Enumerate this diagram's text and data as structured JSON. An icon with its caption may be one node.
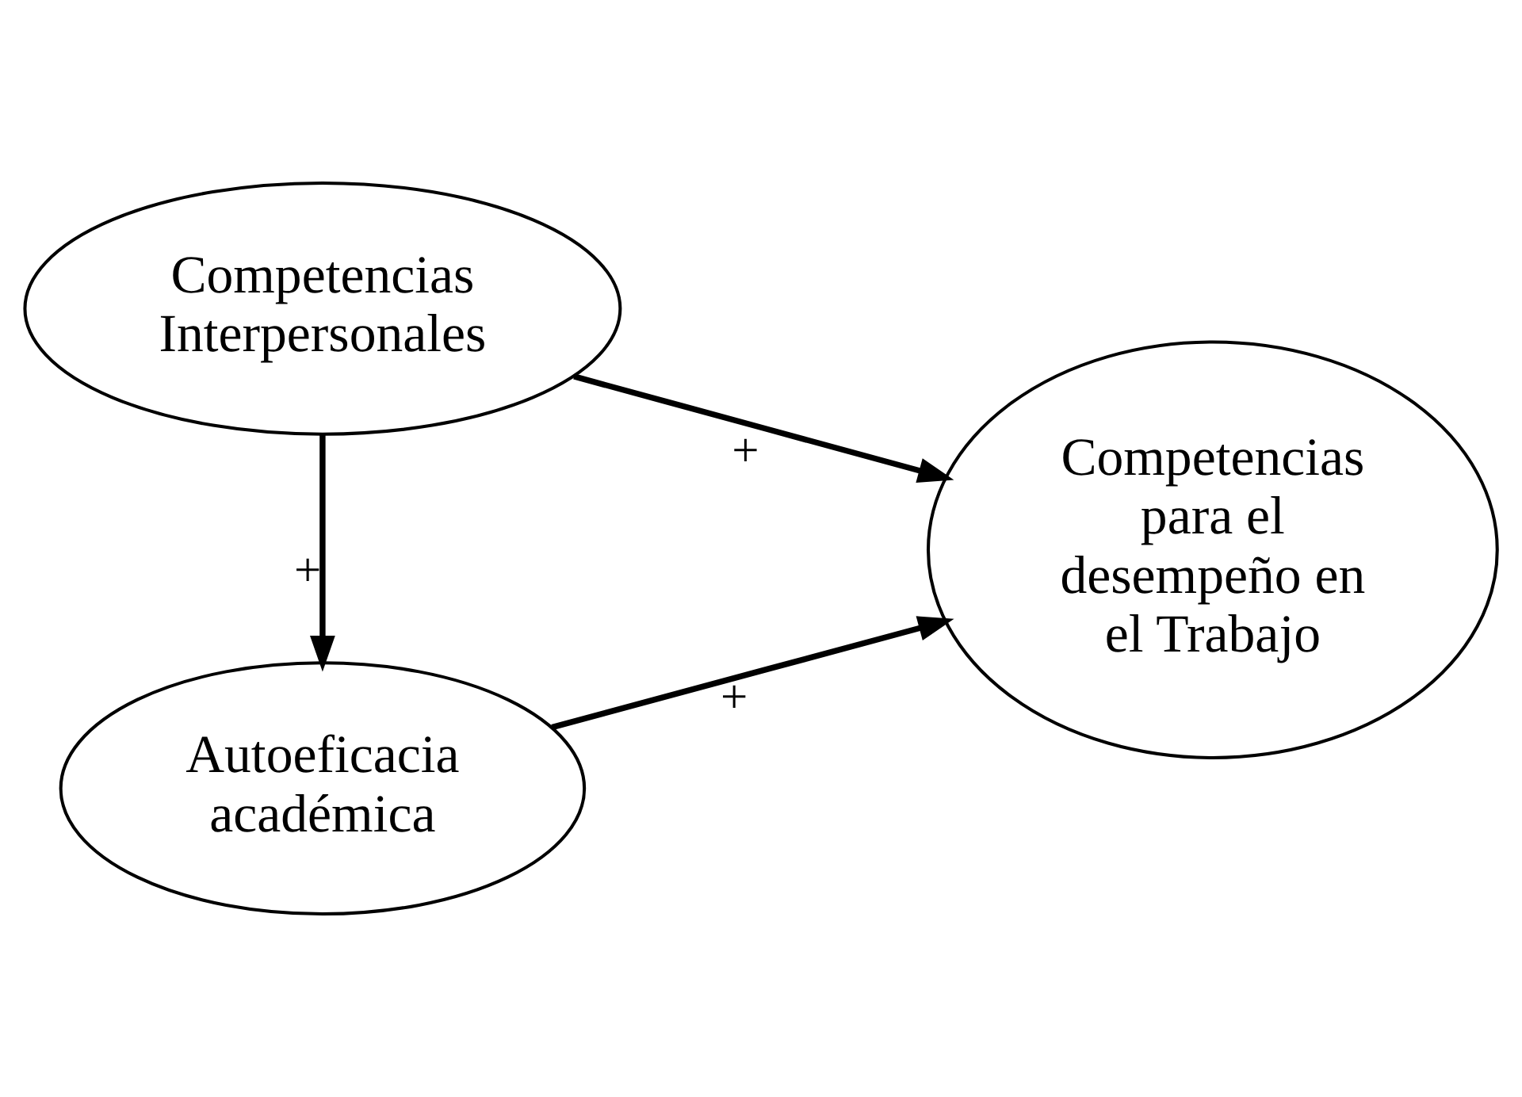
{
  "diagram": {
    "nodes": [
      {
        "text": [
          "Autoeficacia académica"
        ]
      },
      {
        "text": [
          "Competencias para el desempeño en el Trabajo"
        ]
      },
      {
        "text": [
          "Competencias Interpersonales"
        ]
      }
    ],
    "edges": [
      {
        "from": 2,
        "to": 0,
        "arrow": "to",
        "label": "+"
      },
      {
        "from": 0,
        "to": 1,
        "arrow": "to",
        "label": "+"
      },
      {
        "from": 2,
        "to": 1,
        "arrow": "to",
        "label": "+"
      }
    ]
  }
}
